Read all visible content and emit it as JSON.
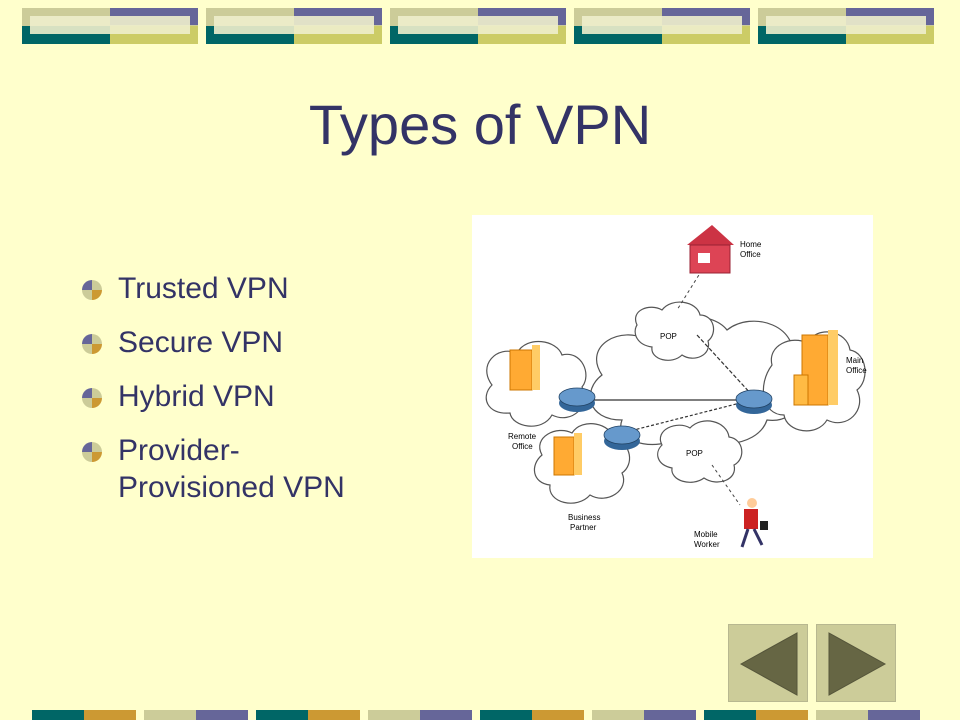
{
  "slide": {
    "title": "Types of VPN",
    "bullets": [
      {
        "label": "Trusted VPN"
      },
      {
        "label": "Secure VPN"
      },
      {
        "label": "Hybrid VPN"
      },
      {
        "label": "Provider-\nProvisioned VPN"
      }
    ]
  },
  "diagram": {
    "home_office": [
      "Home",
      "Office"
    ],
    "main_office": [
      "Main",
      "Office"
    ],
    "remote_office": [
      "Remote",
      "Office"
    ],
    "business_partner": [
      "Business",
      "Partner"
    ],
    "mobile_worker": [
      "Mobile",
      "Worker"
    ],
    "pop_top": "POP",
    "pop_bottom": "POP"
  },
  "nav": {
    "prev_icon": "previous-slide-icon",
    "next_icon": "next-slide-icon"
  },
  "colors": {
    "background": "#FFFFCC",
    "title": "#333366",
    "text": "#333366",
    "band_navy": "#666699",
    "band_teal": "#006666",
    "band_gold": "#CC9933",
    "band_olive": "#CCCC99"
  }
}
